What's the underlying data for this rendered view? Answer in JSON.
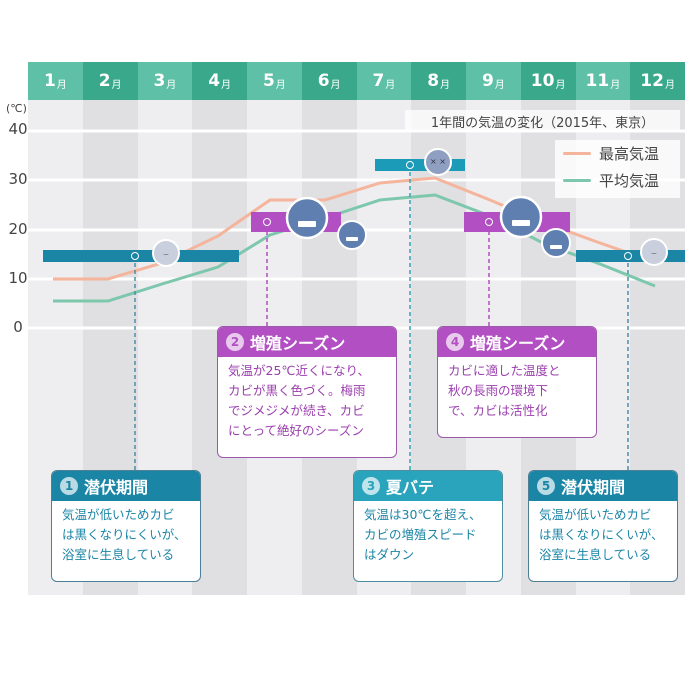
{
  "colors": {
    "header_light": "#5ec0a6",
    "header_dark": "#3aa98b",
    "col_light": "#eeedef",
    "col_dark": "#e0dfe1",
    "max_line": "#f5b49c",
    "avg_line": "#7dc7ad",
    "teal_bar": "#1b85a6",
    "purple_bar": "#b24fc2",
    "purple_text": "#9b3fae",
    "teal_text": "#1b85a6",
    "virus": "#5f7fb0"
  },
  "months": [
    {
      "num": "1",
      "suffix": "月"
    },
    {
      "num": "2",
      "suffix": "月"
    },
    {
      "num": "3",
      "suffix": "月"
    },
    {
      "num": "4",
      "suffix": "月"
    },
    {
      "num": "5",
      "suffix": "月"
    },
    {
      "num": "6",
      "suffix": "月"
    },
    {
      "num": "7",
      "suffix": "月"
    },
    {
      "num": "8",
      "suffix": "月"
    },
    {
      "num": "9",
      "suffix": "月"
    },
    {
      "num": "10",
      "suffix": "月"
    },
    {
      "num": "11",
      "suffix": "月"
    },
    {
      "num": "12",
      "suffix": "月"
    }
  ],
  "axis": {
    "unit": "(℃)",
    "ticks": [
      "40",
      "30",
      "20",
      "10",
      "0"
    ]
  },
  "chart_title": "1年間の気温の変化（2015年、東京）",
  "legend": {
    "max": "最高気温",
    "avg": "平均気温"
  },
  "callouts": [
    {
      "num": "1",
      "title": "潜伏期間",
      "body": "気温が低いためカビ\nは黒くなりにくいが、\n浴室に生息している"
    },
    {
      "num": "2",
      "title": "増殖シーズン",
      "body": "気温が25℃近くになり、\nカビが黒く色づく。梅雨\nでジメジメが続き、カビ\nにとって絶好のシーズン"
    },
    {
      "num": "3",
      "title": "夏バテ",
      "body": "気温は30℃を超え、\nカビの増殖スピード\nはダウン"
    },
    {
      "num": "4",
      "title": "増殖シーズン",
      "body": "カビに適した温度と\n秋の長雨の環境下\nで、カビは活性化"
    },
    {
      "num": "5",
      "title": "潜伏期間",
      "body": "気温が低いためカビ\nは黒くなりにくいが、\n浴室に生息している"
    }
  ],
  "chart_data": {
    "type": "line",
    "title": "1年間の気温の変化（2015年、東京）",
    "xlabel": "",
    "ylabel": "(℃)",
    "ylim": [
      0,
      40
    ],
    "yticks": [
      0,
      10,
      20,
      30,
      40
    ],
    "grid": true,
    "legend_position": "top-right",
    "categories": [
      "1月",
      "2月",
      "3月",
      "4月",
      "5月",
      "6月",
      "7月",
      "8月",
      "9月",
      "10月",
      "11月",
      "12月"
    ],
    "series": [
      {
        "name": "最高気温",
        "values": [
          10,
          10,
          13,
          19,
          26,
          26,
          29.5,
          30.5,
          26,
          21,
          17,
          13
        ]
      },
      {
        "name": "平均気温",
        "values": [
          5.5,
          5.5,
          9,
          12.5,
          19,
          22.5,
          26,
          27,
          22.5,
          17,
          13,
          8.5
        ]
      }
    ],
    "annotations": [
      {
        "label": "① 潜伏期間",
        "months": "1月〜4月",
        "level": 15
      },
      {
        "label": "② 増殖シーズン",
        "months": "5月〜6月",
        "level": 21.5
      },
      {
        "label": "③ 夏バテ",
        "months": "7月〜8月",
        "level": 33
      },
      {
        "label": "④ 増殖シーズン",
        "months": "9月〜10月",
        "level": 21.5
      },
      {
        "label": "⑤ 潜伏期間",
        "months": "11月〜12月",
        "level": 15
      }
    ]
  }
}
